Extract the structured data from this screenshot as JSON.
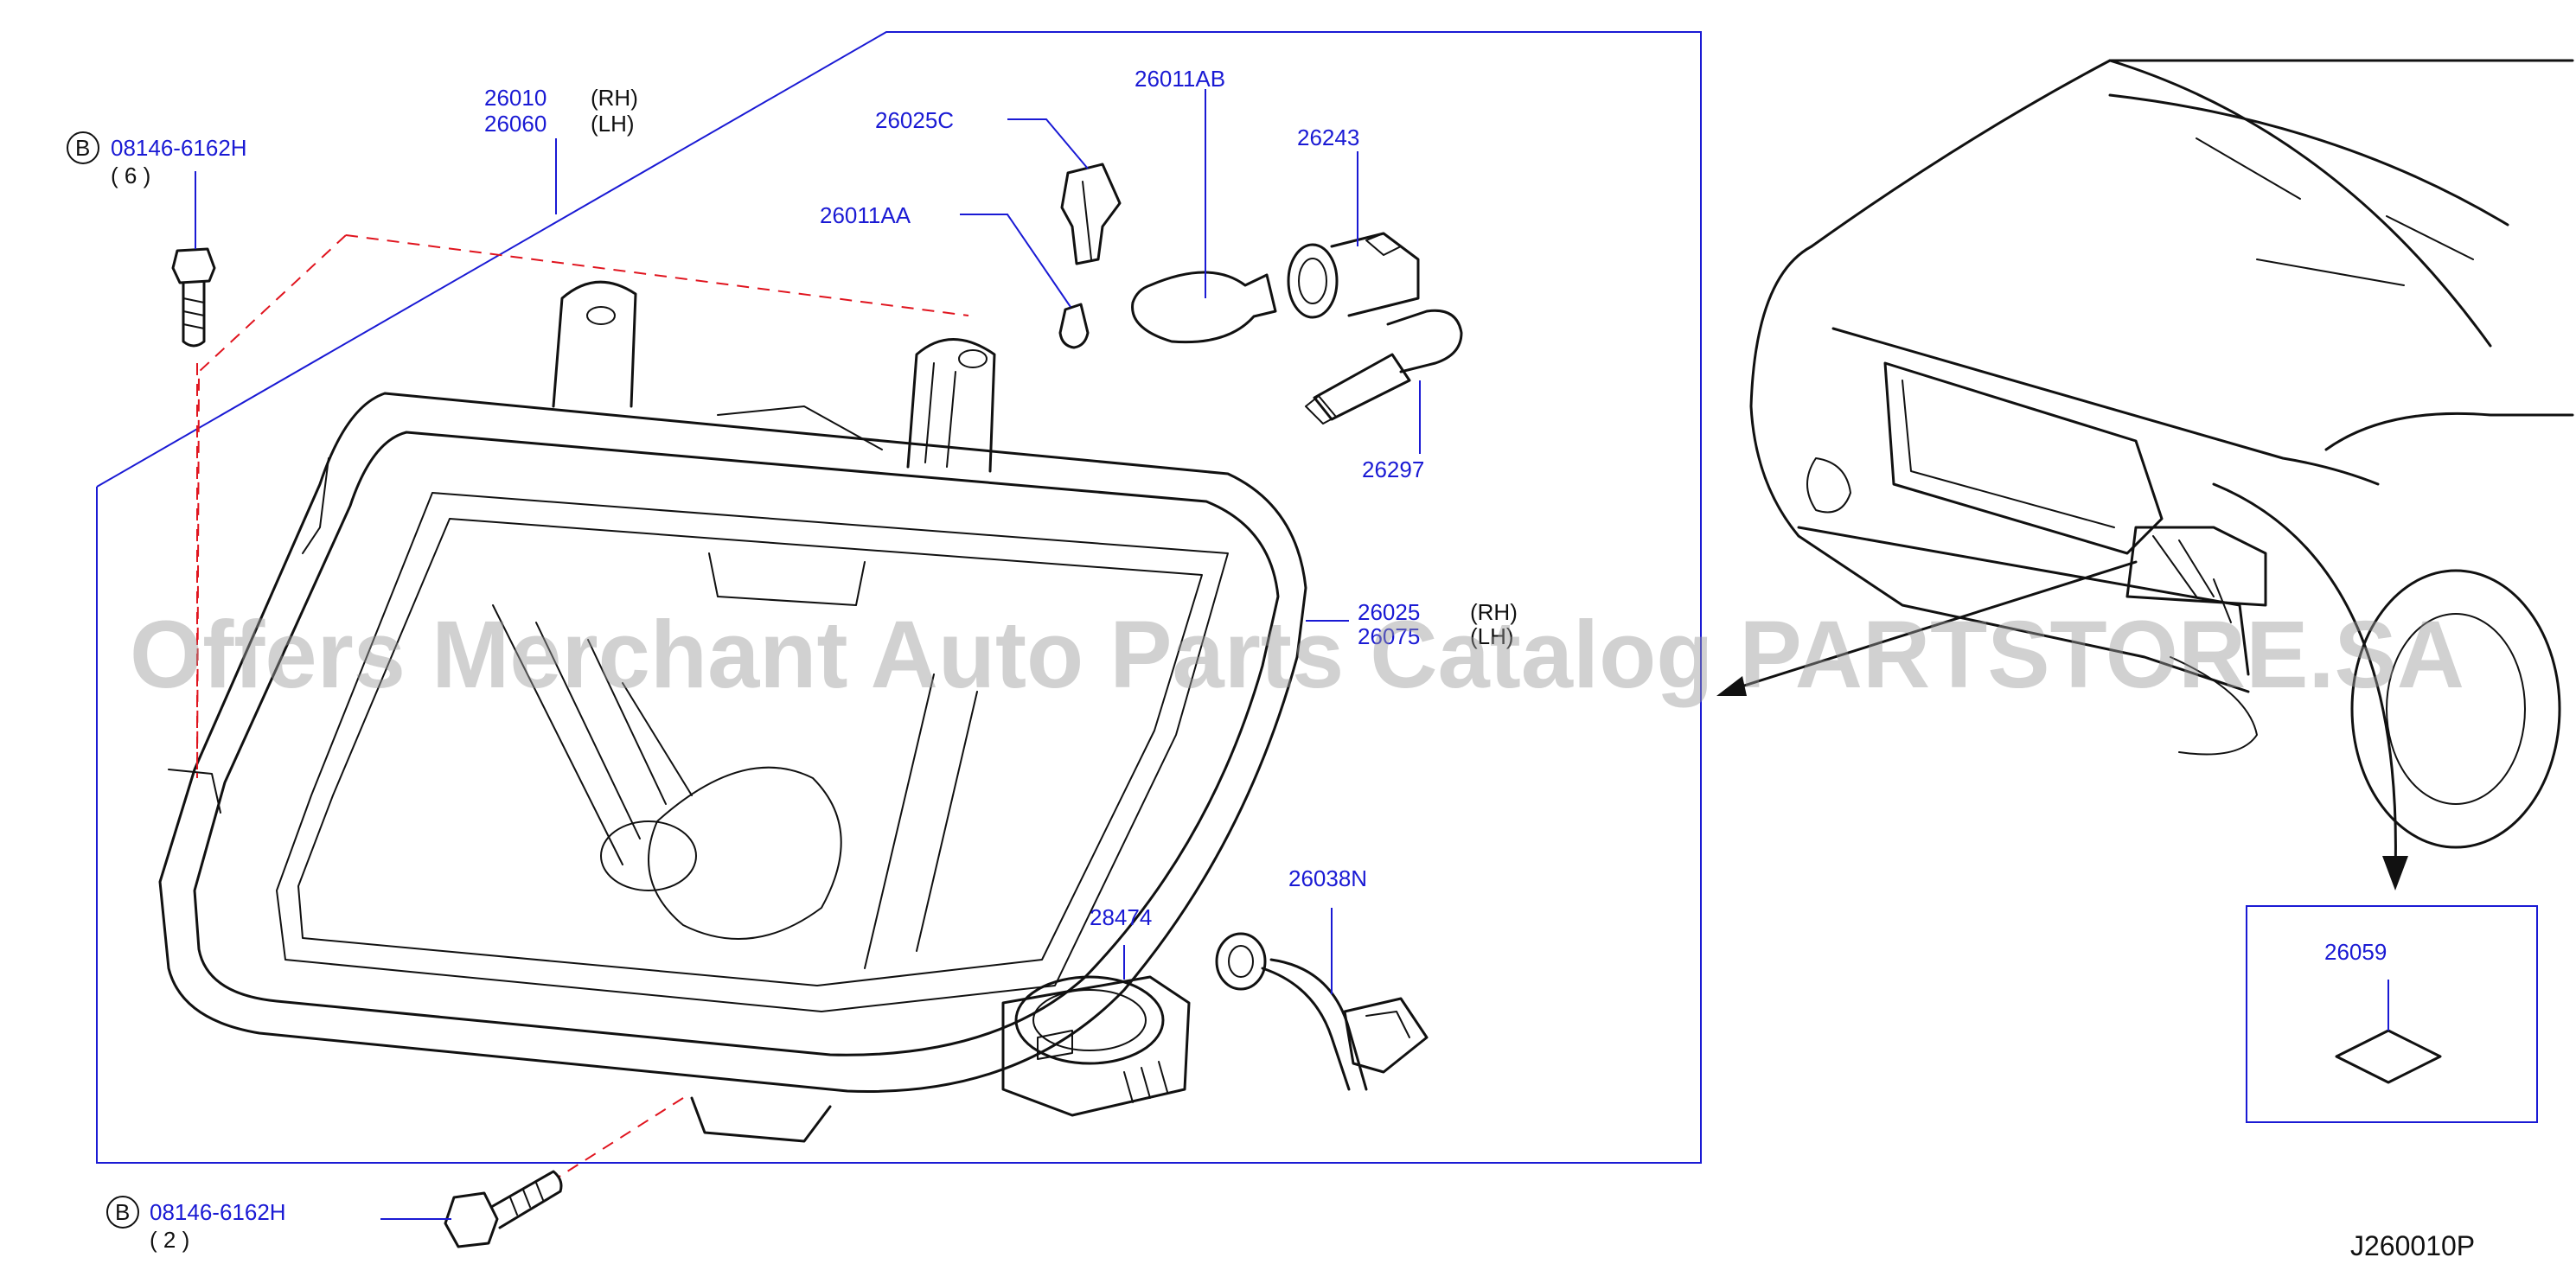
{
  "parts": {
    "headlamp_rh_code": "26010",
    "headlamp_rh_side": "(RH)",
    "headlamp_lh_code": "26060",
    "headlamp_lh_side": "(LH)",
    "socket_26025c": "26025C",
    "bulb_26011ab": "26011AB",
    "bulb_26011aa": "26011AA",
    "socket_26243": "26243",
    "bulb_26297": "26297",
    "housing_rh_code": "26025",
    "housing_rh_side": "(RH)",
    "housing_lh_code": "26075",
    "housing_lh_side": "(LH)",
    "ballast_28474": "28474",
    "harness_26038n": "26038N",
    "label_26059": "26059"
  },
  "bolts": {
    "top": {
      "marker": "B",
      "code": "08146-6162H",
      "qty": "( 6 )"
    },
    "bottom": {
      "marker": "B",
      "code": "08146-6162H",
      "qty": "( 2 )"
    }
  },
  "reference_code": "J260010P",
  "watermark": "Offers Merchant Auto Parts Catalog PARTSTORE.SA",
  "colors": {
    "label": "#1a1ad4",
    "dashed_line": "#e0141e",
    "line_art": "#111111"
  }
}
